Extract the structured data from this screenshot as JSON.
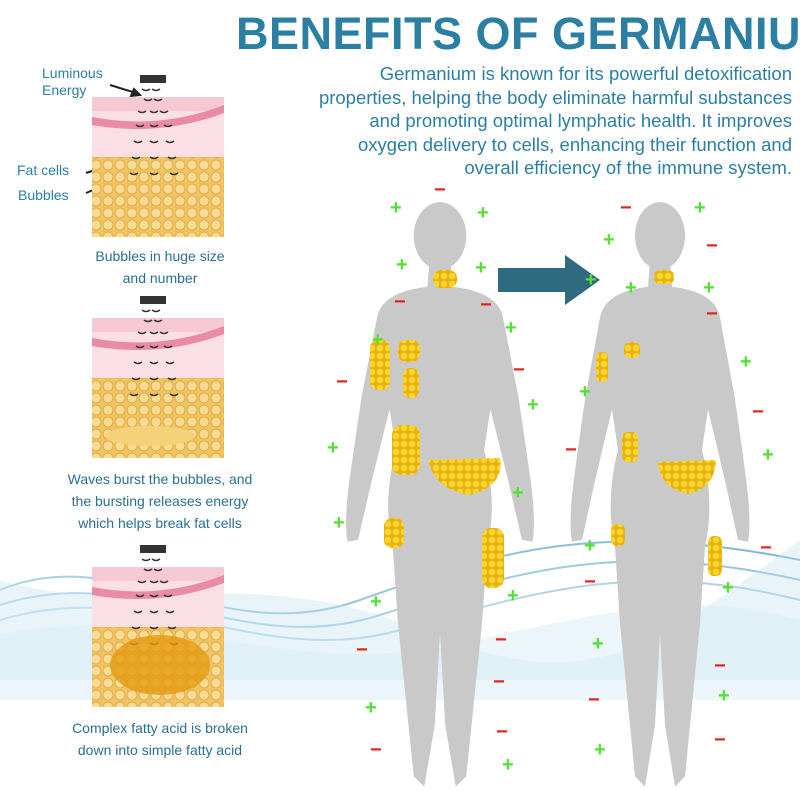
{
  "title": "BENEFITS OF GERMANIUM",
  "description": [
    "Germanium is known for its powerful detoxification",
    "properties, helping the body eliminate harmful substances",
    "and promoting optimal lymphatic health. It improves",
    "oxygen delivery to cells, enhancing their function and",
    "overall efficiency of the immune system."
  ],
  "diagram_labels": {
    "luminous_energy": [
      "Luminous",
      "Energy"
    ],
    "fat_cells": "Fat cells",
    "bubbles": "Bubbles"
  },
  "steps": [
    {
      "caption": [
        "Bubbles in huge size",
        "and number"
      ]
    },
    {
      "caption": [
        "Waves burst the bubbles, and",
        "the bursting releases energy",
        "which helps break fat cells"
      ]
    },
    {
      "caption": [
        "Complex fatty acid is broken",
        "down into simple fatty acid"
      ]
    }
  ],
  "signs": {
    "plus": "+",
    "minus": "−"
  },
  "colors": {
    "title": "#2b7fa3",
    "arrow": "#2e6a80",
    "plus": "#52e032",
    "minus": "#e0231b",
    "body": "#c9c9c9",
    "fat": "#f2c21f"
  }
}
